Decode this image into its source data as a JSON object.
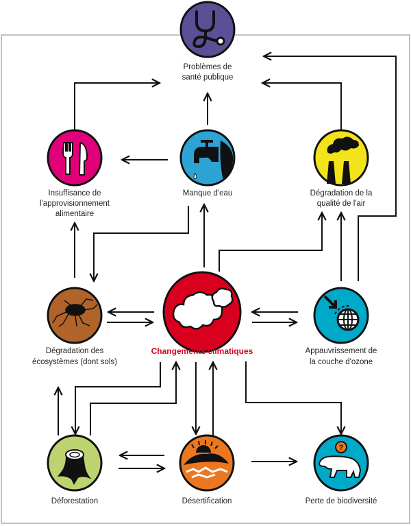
{
  "nodes": {
    "sante": {
      "lines": [
        "Problèmes de",
        "santé publique"
      ],
      "color": "#5b4f96",
      "icon": "stethoscope-icon"
    },
    "alimentation": {
      "lines": [
        "Insuffisance de",
        "l'approvisionnement",
        "alimentaire"
      ],
      "color": "#e2007a",
      "icon": "fork-knife-icon"
    },
    "eau": {
      "lines": [
        "Manque d'eau"
      ],
      "color": "#2ea3d5",
      "icon": "water-tap-icon"
    },
    "air": {
      "lines": [
        "Dégradation de la",
        "qualité de l'air"
      ],
      "color": "#f2e31b",
      "icon": "factory-smoke-icon"
    },
    "sols": {
      "lines": [
        "Dégradation des",
        "écosystèmes (dont sols)"
      ],
      "color": "#b0642a",
      "icon": "cracked-ground-icon"
    },
    "climat": {
      "lines": [
        "Changements climatiques"
      ],
      "color": "#d9001f",
      "icon": "cloud-icon"
    },
    "ozone": {
      "lines": [
        "Appauvrissement de",
        "la couche d'ozone"
      ],
      "color": "#00a9c8",
      "icon": "globe-icon"
    },
    "deforestation": {
      "lines": [
        "Déforestation"
      ],
      "color": "#bdd36f",
      "icon": "tree-stump-icon"
    },
    "desertification": {
      "lines": [
        "Désertification"
      ],
      "color": "#ec7721",
      "icon": "desert-sun-icon"
    },
    "biodiversite": {
      "lines": [
        "Perte de biodiversité"
      ],
      "color": "#00a9c8",
      "icon": "polar-bear-icon"
    }
  }
}
